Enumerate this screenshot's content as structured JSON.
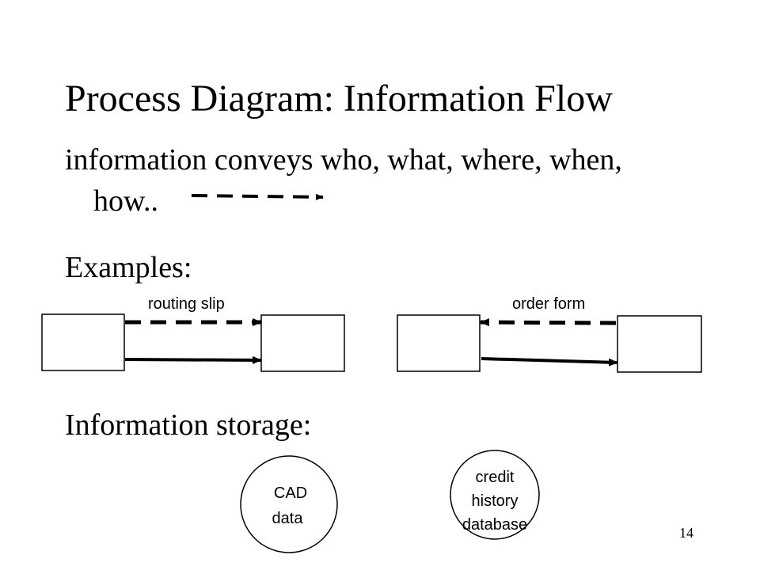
{
  "slide": {
    "title": "Process Diagram: Information Flow",
    "line1": "information conveys who, what, where, when,",
    "line2": "how..",
    "examples_heading": "Examples:",
    "storage_heading": "Information storage:",
    "slide_number": "14"
  },
  "examples": {
    "left_label": "routing slip",
    "right_label": "order form"
  },
  "storage": {
    "left_circle": [
      "CAD",
      "data"
    ],
    "right_circle": [
      "credit",
      "history",
      "database"
    ]
  }
}
